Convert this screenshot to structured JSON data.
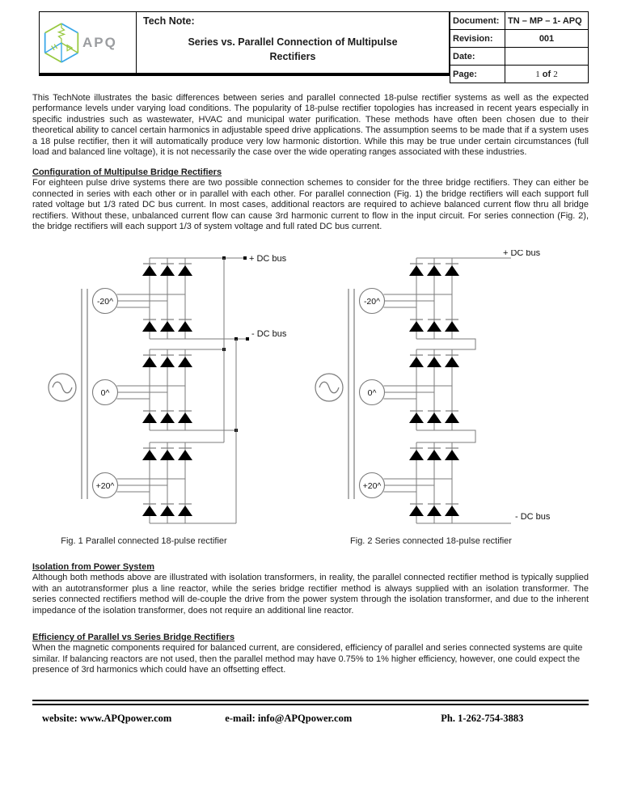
{
  "header": {
    "logo_text": "APQ",
    "tech_note_label": "Tech Note:",
    "title_line1": "Series vs. Parallel Connection of Multipulse",
    "title_line2": "Rectifiers",
    "info_rows": [
      {
        "label": "Document:",
        "value": "TN – MP – 1- APQ"
      },
      {
        "label": "Revision:",
        "value": "001"
      },
      {
        "label": "Date:",
        "value": ""
      },
      {
        "label": "Page:",
        "value": ""
      }
    ],
    "page": {
      "num": "1",
      "of": "of",
      "total": "2"
    }
  },
  "body": {
    "intro": "This TechNote illustrates the basic differences between series and parallel connected 18-pulse rectifier systems as well as the expected performance levels under varying load conditions. The popularity of 18-pulse rectifier topologies has increased in recent years especially in specific industries such as wastewater, HVAC and municipal water purification. These methods have often been chosen due to their theoretical ability to cancel certain harmonics in adjustable speed drive applications. The assumption seems to be made that if a system uses a 18 pulse rectifier, then it will automatically produce very low harmonic distortion. While this may be true under certain circumstances (full load and balanced line voltage), it is not necessarily the case over the wide operating ranges associated with these industries.",
    "sections": [
      {
        "heading": "Configuration of Multipulse Bridge Rectifiers",
        "text": "For eighteen pulse drive systems there are two possible connection schemes to consider for the three bridge rectifiers. They can either be connected in series with each other or in parallel with each other. For parallel connection (Fig. 1) the bridge rectifiers will each support full rated voltage but 1/3 rated DC bus current. In most cases, additional reactors are required to achieve balanced current flow thru all bridge rectifiers. Without these, unbalanced current flow can cause 3rd harmonic current to flow in the input circuit. For series connection (Fig. 2), the bridge rectifiers will each support 1/3 of system voltage and full rated DC bus current."
      },
      {
        "heading": "Isolation from Power System",
        "text": "Although both methods above are illustrated with isolation transformers, in reality, the parallel connected rectifier method is typically supplied with an autotransformer plus a line reactor, while the series bridge rectifier method is always supplied with an isolation transformer. The series connected rectifiers method will de-couple the drive from the power system through the isolation transformer, and due to the inherent impedance of the isolation transformer, does not require an additional line reactor."
      },
      {
        "heading": "Efficiency of Parallel vs Series Bridge Rectifiers",
        "text": "When the magnetic components required for balanced current, are considered, efficiency of parallel and series connected systems are quite similar. If balancing reactors are not used, then the parallel method may have 0.75% to 1% higher efficiency, however, one could expect the presence of 3rd harmonics which could have an offsetting effect."
      }
    ]
  },
  "figures": {
    "colors": {
      "line": "#7b7b7b",
      "diode": "#000000"
    },
    "fig1": {
      "dc_plus": "+ DC bus",
      "dc_minus": "- DC bus",
      "phases": [
        "-20^",
        "0^",
        "+20^"
      ],
      "caption": "Fig. 1 Parallel connected 18-pulse rectifier"
    },
    "fig2": {
      "dc_plus": "+ DC bus",
      "dc_minus": "- DC bus",
      "phases": [
        "-20^",
        "0^",
        "+20^"
      ],
      "caption": "Fig. 2 Series connected 18-pulse rectifier"
    }
  },
  "footer": {
    "website": "website: www.APQpower.com",
    "email": "e-mail: info@APQpower.com",
    "phone": "Ph. 1-262-754-3883"
  }
}
